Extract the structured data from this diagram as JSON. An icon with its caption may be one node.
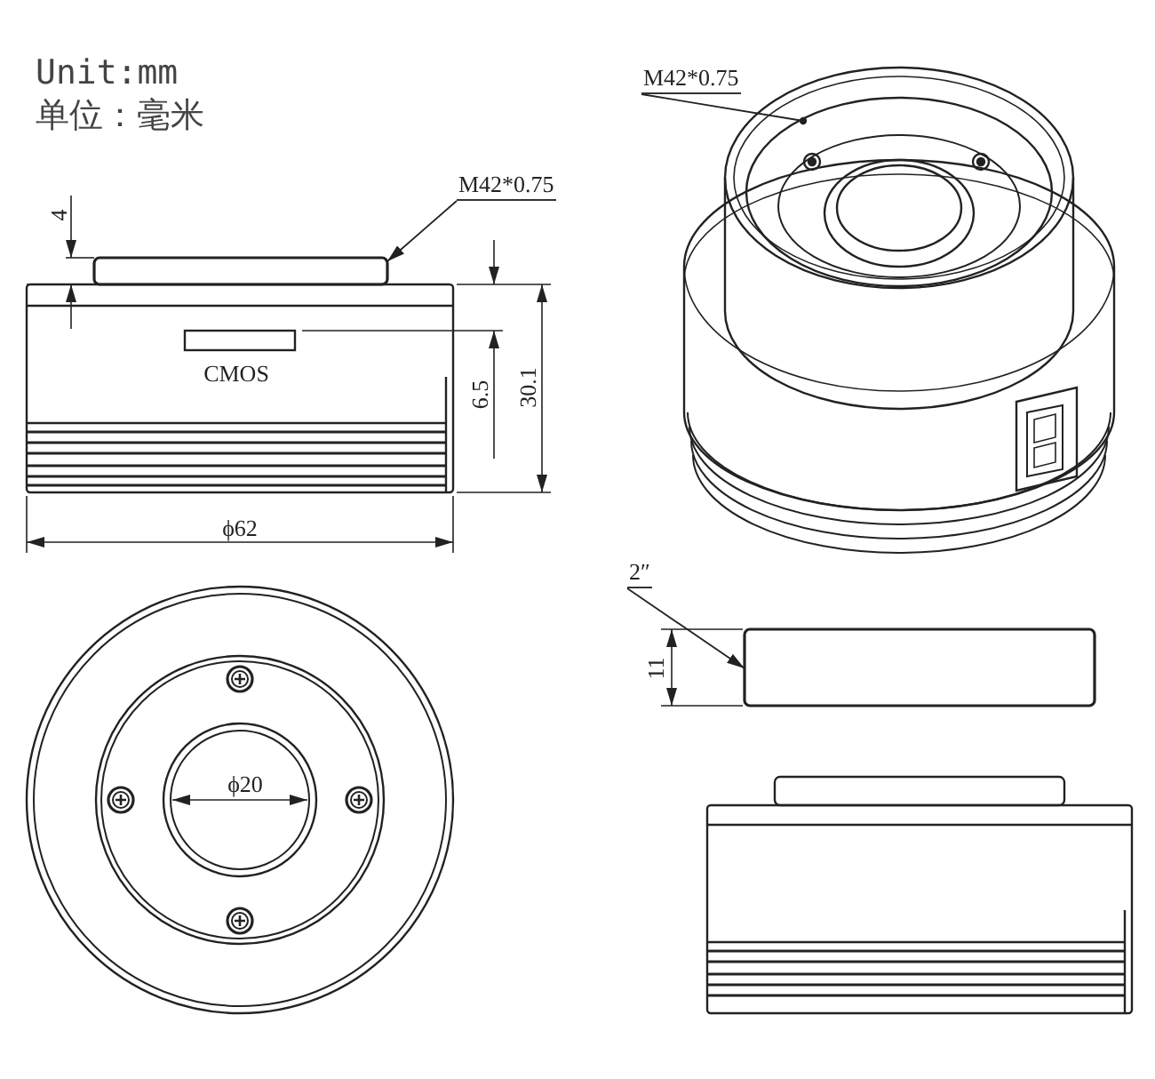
{
  "diagram": {
    "nodes": [
      {
        "text": [
          "M42*0.75"
        ]
      },
      {
        "text": [],
        "shape": "box"
      },
      {
        "text": [
          "M42*0.75"
        ]
      },
      {
        "text": [],
        "shape": "ellipse"
      },
      {
        "text": [
          "2″"
        ]
      },
      {
        "text": [],
        "shape": "box"
      }
    ],
    "edges": [
      {
        "from": 0,
        "to": 1,
        "arrow": "to"
      },
      {
        "from": 2,
        "to": 3,
        "arrow": "other"
      },
      {
        "from": 4,
        "to": 5,
        "arrow": "to"
      }
    ],
    "labels": [
      "Unit:mm",
      "单位：毫米",
      "4",
      "CMOS",
      "6.5",
      "30.1",
      "ϕ62",
      "ϕ20",
      "11"
    ]
  }
}
